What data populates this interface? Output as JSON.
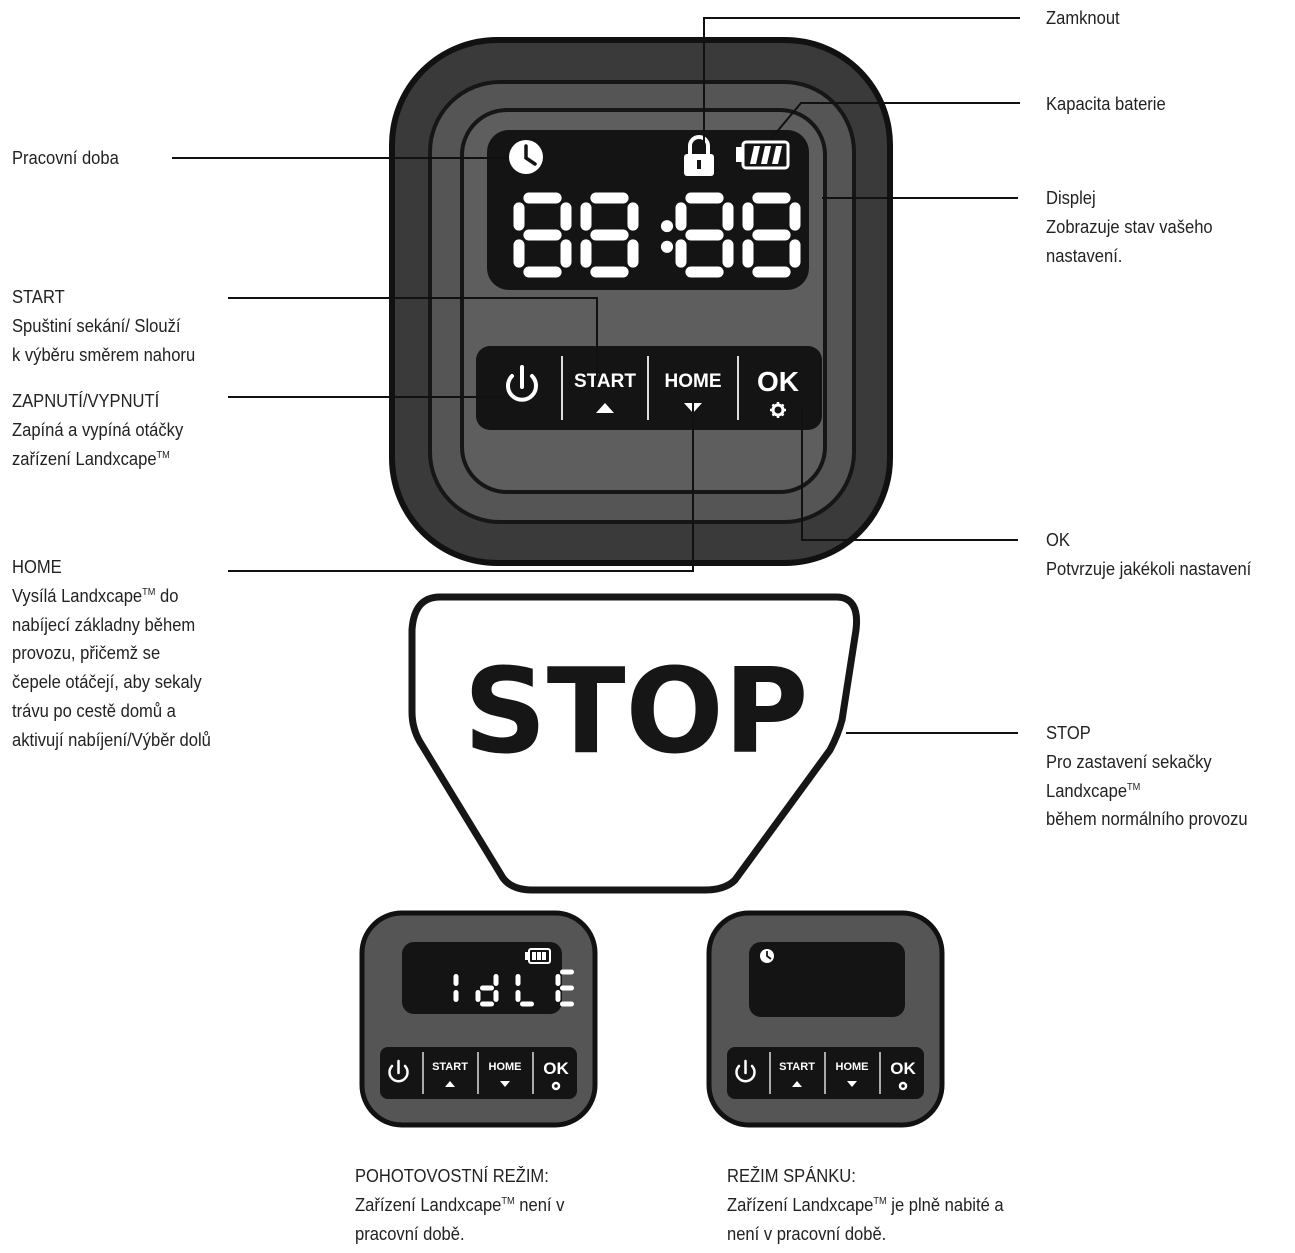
{
  "panel": {
    "display_digits": "88:88",
    "buttons": {
      "start": "START",
      "home": "HOME",
      "ok": "OK"
    },
    "stop_button": "STOP"
  },
  "callouts": {
    "zamknout": "Zamknout",
    "battery": "Kapacita baterie",
    "work_time": "Pracovní doba",
    "display": {
      "title": "Displej",
      "lines": [
        "Zobrazuje stav vašeho",
        "nastavení."
      ]
    },
    "start": {
      "title": "START",
      "lines": [
        "Spuštiní sekání/ Slouží",
        "k výběru směrem nahoru"
      ]
    },
    "power": {
      "title": "ZAPNUTÍ/VYPNUTÍ",
      "lines": [
        "Zapíná a vypíná otáčky"
      ],
      "last": "zařízení Landxcape",
      "last_tm": "TM"
    },
    "home": {
      "title": "HOME",
      "first": "Vysílá Landxcape",
      "first_tm": "TM",
      "first_after": " do",
      "lines": [
        "nabíjecí základny během",
        "provozu, přičemž se",
        "čepele otáčejí, aby sekaly",
        "trávu po cestě domů a",
        "aktivují nabíjení/Výběr dolů"
      ]
    },
    "ok": {
      "title": "OK",
      "lines": [
        "Potvrzuje jakékoli nastavení"
      ]
    },
    "stop": {
      "title": "STOP",
      "line1": "Pro zastavení sekačky",
      "line2": "Landxcape",
      "line2_tm": "TM",
      "line3": "během normálního provozu"
    }
  },
  "modes": {
    "idle": {
      "display_text": "IdLE",
      "title": "POHOTOVOSTNÍ REŽIM:",
      "line1_a": "Zařízení Landxcape",
      "line1_tm": "TM",
      "line1_b": " není v",
      "line2": "pracovní době."
    },
    "sleep": {
      "title": "REŽIM SPÁNKU:",
      "line1_a": "Zařízení Landxcape",
      "line1_tm": "TM",
      "line1_b": " je plně nabité a",
      "line2": "není v pracovní době."
    }
  }
}
